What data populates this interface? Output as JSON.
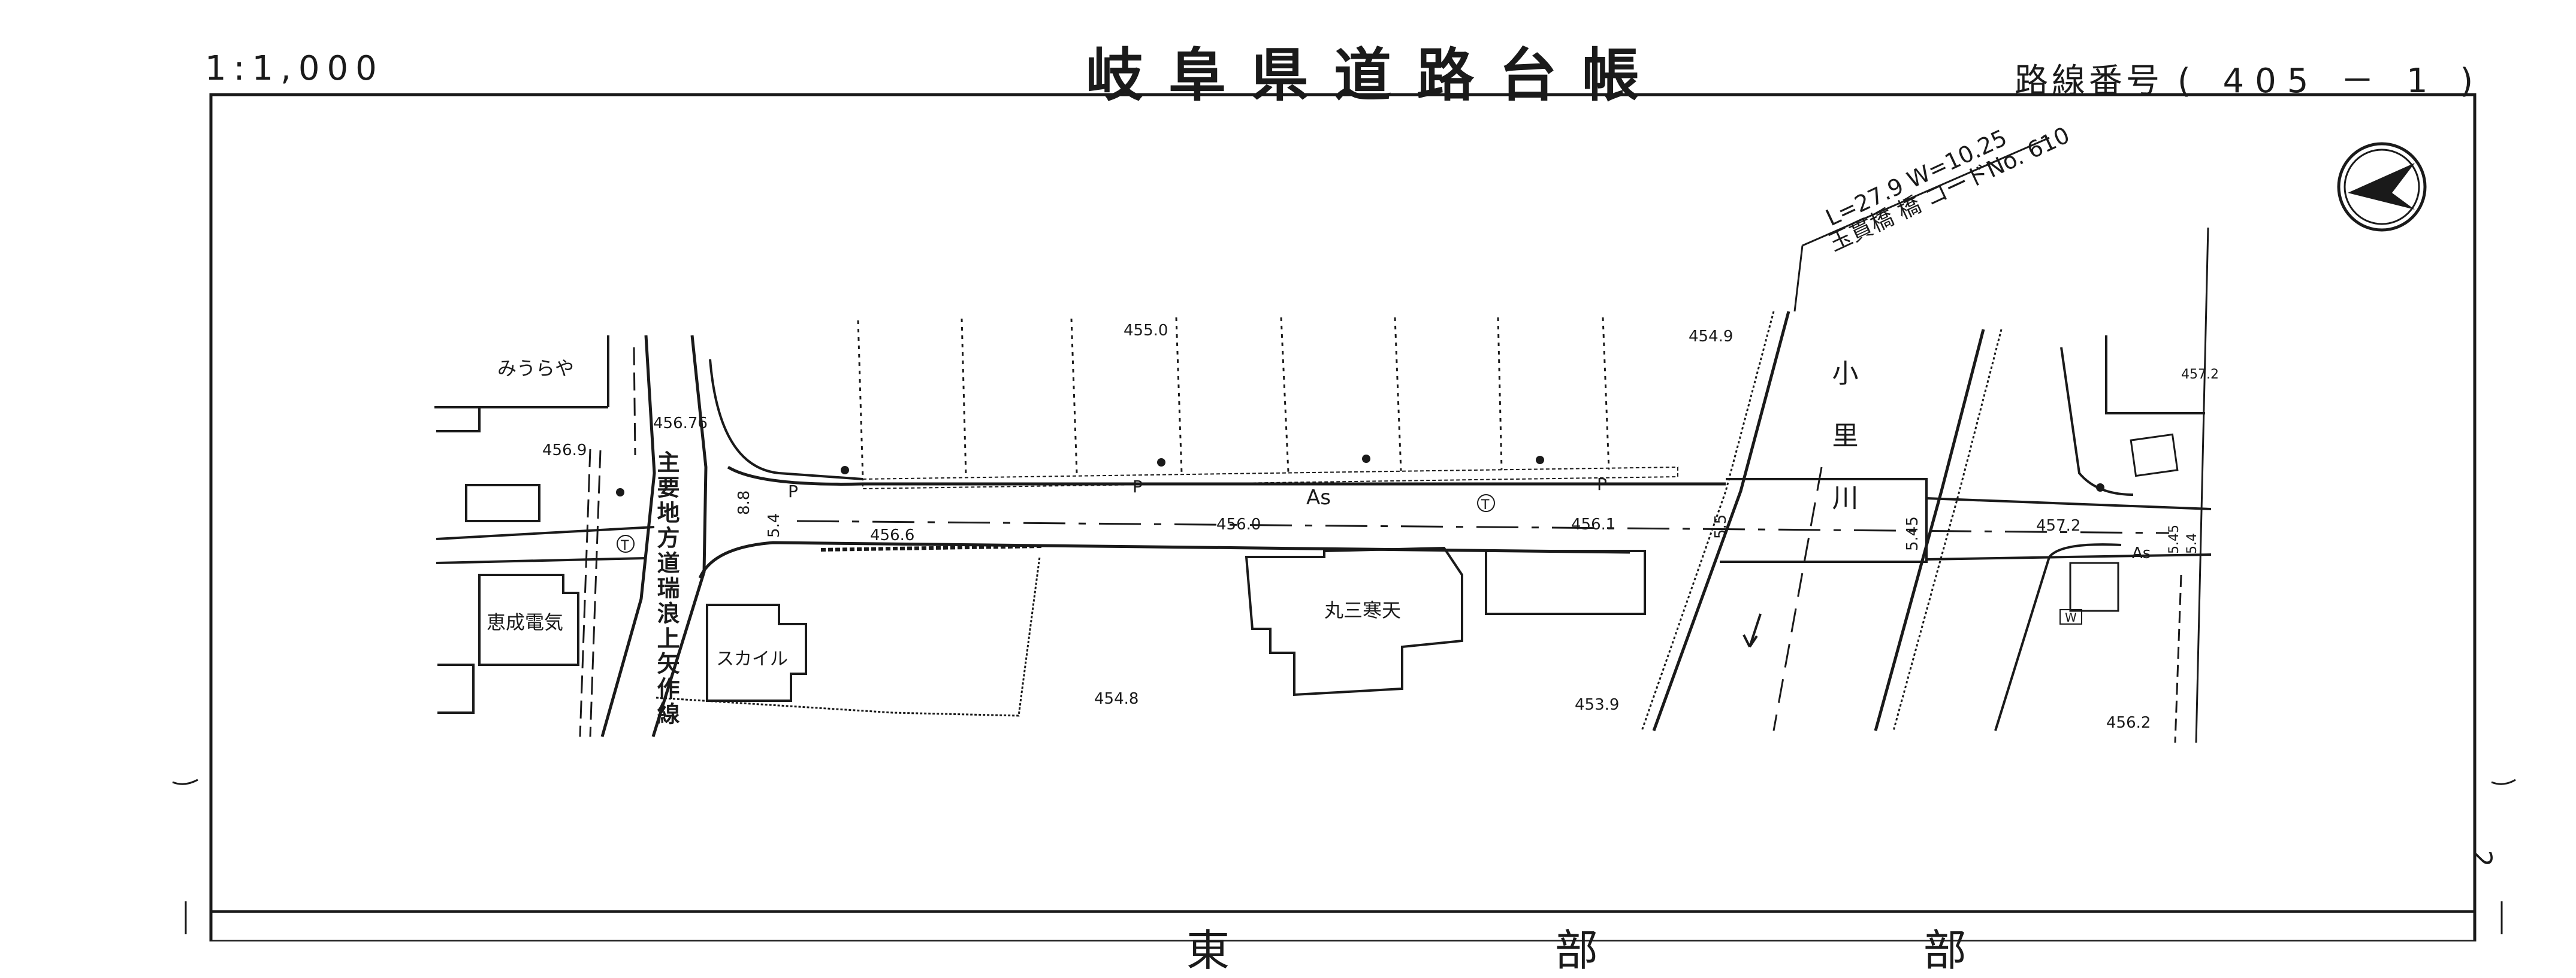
{
  "header": {
    "scale": "1:1,000",
    "title": "岐阜県道路台帳",
    "route_label": "路線番号",
    "route_number": "( 405 － 1 )"
  },
  "north_arrow": {
    "icon": "north-arrow-icon"
  },
  "bridge": {
    "dims": "L=27.9  W=10.25",
    "name": "玉貫橋 橋 コードNo. 610"
  },
  "labels": {
    "shop_miuraya": "みうらや",
    "keisei_denki": "恵成電気",
    "skyrail": "スカイル",
    "marusan_kanten": "丸三寒天",
    "river": "小里川",
    "crossroad": "主要地方道瑞浪上矢作線",
    "pavement": "As",
    "pavement2": "As",
    "parking1": "P",
    "parking2": "P",
    "parking3": "P",
    "tel1": "T",
    "tel2": "T",
    "wpost": "W"
  },
  "elevations": {
    "e1": "455.0",
    "e2": "454.9",
    "e3": "456.9",
    "e4": "456.76",
    "e5": "456.6",
    "e6": "456.0",
    "e7": "456.1",
    "e8": "457.2",
    "e9": "454.8",
    "e10": "453.9",
    "e11": "456.2",
    "e12": "457.2"
  },
  "widths": {
    "w1": "8.8",
    "w2": "5.4",
    "w3": "5.5",
    "w4": "5.45",
    "w5": "5.45",
    "w6": "5.4"
  },
  "footer": {
    "text": "東 部 部"
  },
  "page": {
    "number": "2"
  }
}
